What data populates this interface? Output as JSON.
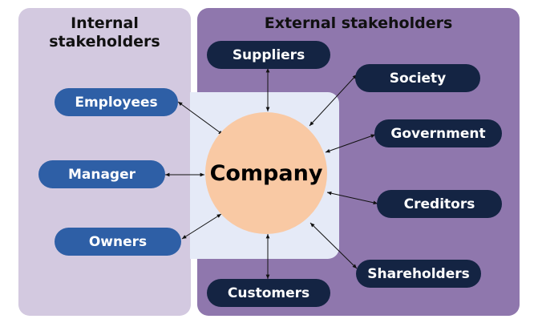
{
  "internal": {
    "heading": "Internal\nstakeholders",
    "items": [
      "Employees",
      "Manager",
      "Owners"
    ]
  },
  "external": {
    "heading": "External stakeholders",
    "items": [
      "Suppliers",
      "Society",
      "Government",
      "Creditors",
      "Shareholders",
      "Customers"
    ]
  },
  "center": {
    "label": "Company"
  },
  "colors": {
    "internal_panel": "#d3c9e0",
    "external_panel": "#8f77ad",
    "center_zone": "#e5eaf7",
    "internal_pill": "#2e5fa6",
    "external_pill": "#142443",
    "company_circle": "#f9c9a4"
  }
}
